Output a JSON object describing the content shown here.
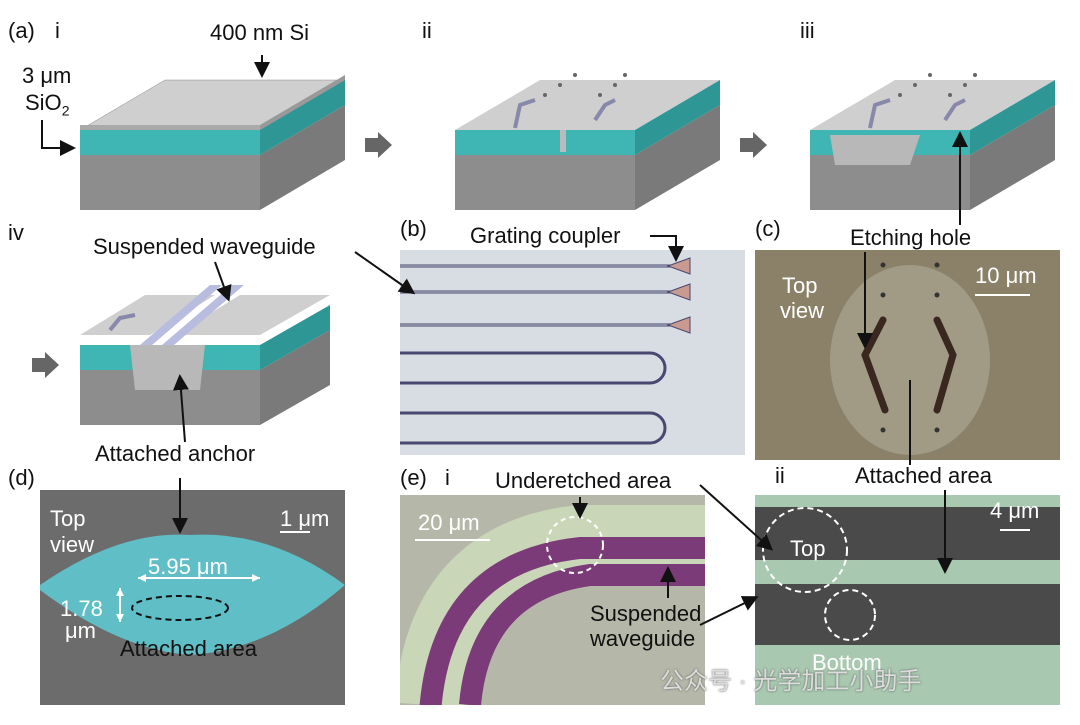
{
  "a": {
    "label": "(a)",
    "steps": [
      "i",
      "ii",
      "iii",
      "iv"
    ],
    "si": "400 nm Si",
    "sio2_top": "3 μm",
    "sio2_bottom": "SiO",
    "sio2_sub": "2",
    "suspended": "Suspended waveguide",
    "anchor": "Attached anchor"
  },
  "b": {
    "label": "(b)",
    "grating": "Grating coupler"
  },
  "c": {
    "label": "(c)",
    "hole": "Etching hole",
    "view1": "Top",
    "view2": "view",
    "scale": "10 μm",
    "area": "Attached area"
  },
  "d": {
    "label": "(d)",
    "view1": "Top",
    "view2": "view",
    "scale": "1 μm",
    "width": "5.95 μm",
    "h1": "1.78",
    "h2": "μm",
    "area": "Attached area"
  },
  "e": {
    "label": "(e)",
    "i": "i",
    "ii": "ii",
    "under": "Underetched area",
    "scale_i": "20 μm",
    "susp1": "Suspended",
    "susp2": "waveguide",
    "scale_ii": "4 μm",
    "top": "Top",
    "bottom": "Bottom"
  },
  "watermark": "公众号 · 光学加工小助手",
  "colors": {
    "sio2": "#3fb6b4",
    "si_top": "#c8c8c8",
    "si_side": "#8e8e8e",
    "sem_bg": "#6a6a6a",
    "highlight": "#5ec8d0"
  }
}
